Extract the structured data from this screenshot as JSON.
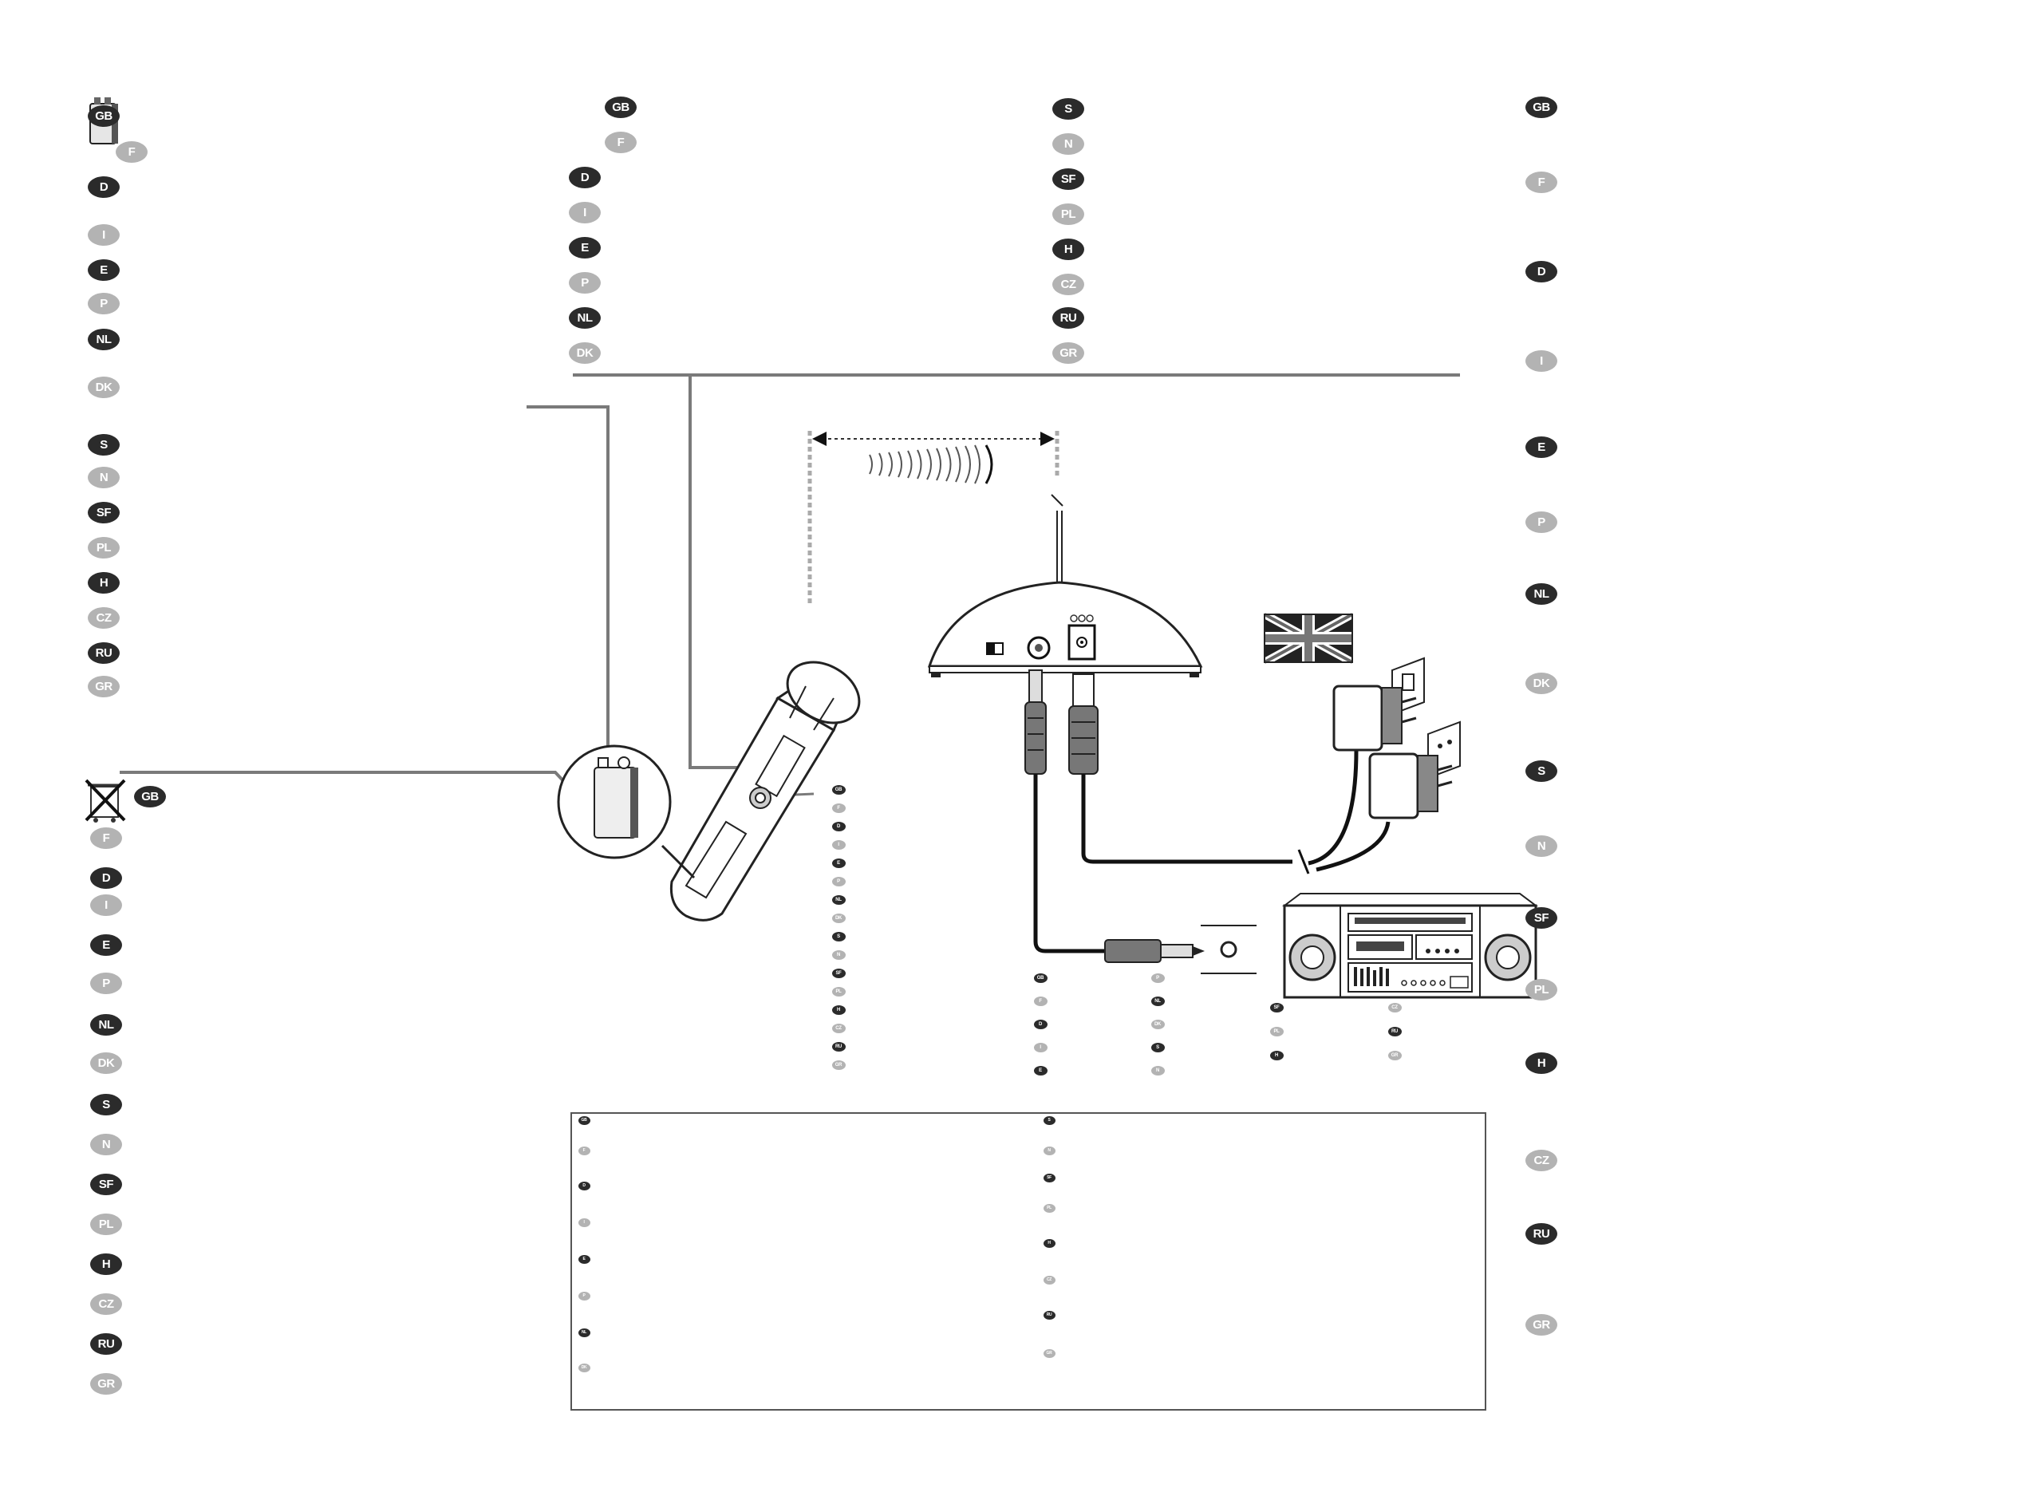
{
  "colors": {
    "dark_badge": "#2b2b2b",
    "light_badge": "#b3b3b3",
    "line": "#7a7a7a",
    "ink": "#1a1a1a"
  },
  "icons": [
    "battery-9v-icon",
    "crossed-bin-icon",
    "uk-flag-icon",
    "microphone-icon",
    "receiver-icon",
    "power-adapter-icon",
    "stereo-system-icon",
    "jack-plug-icon",
    "signal-waves-icon"
  ],
  "sections": {
    "battery_info": [
      "GB",
      "F",
      "D",
      "I",
      "E",
      "P",
      "NL",
      "DK",
      "S",
      "N",
      "SF",
      "PL",
      "H",
      "CZ",
      "RU",
      "GR"
    ],
    "top_middle_left": [
      "GB",
      "F",
      "D",
      "I",
      "E",
      "P",
      "NL",
      "DK"
    ],
    "top_middle_right": [
      "S",
      "N",
      "SF",
      "PL",
      "H",
      "CZ",
      "RU",
      "GR"
    ],
    "right_column": [
      "GB",
      "F",
      "D",
      "I",
      "E",
      "P",
      "NL",
      "DK",
      "S",
      "N",
      "SF",
      "PL",
      "H",
      "CZ",
      "RU",
      "GR"
    ],
    "disposal": [
      "GB",
      "F",
      "D",
      "I",
      "E",
      "P",
      "NL",
      "DK",
      "S",
      "N",
      "SF",
      "PL",
      "H",
      "CZ",
      "RU",
      "GR"
    ],
    "mic_switch": [
      "GB",
      "F",
      "D",
      "I",
      "E",
      "P",
      "NL",
      "DK",
      "S",
      "N",
      "SF",
      "PL",
      "H",
      "CZ",
      "RU",
      "GR"
    ],
    "connect_col_1": [
      "GB",
      "F",
      "D",
      "I",
      "E"
    ],
    "connect_col_2": [
      "P",
      "NL",
      "DK",
      "S",
      "N"
    ],
    "connect_col_3": [
      "SF",
      "PL",
      "H"
    ],
    "connect_col_4": [
      "CZ",
      "RU",
      "GR"
    ],
    "note_box_left": [
      "GB",
      "F",
      "D",
      "I",
      "E",
      "P",
      "NL",
      "DK"
    ],
    "note_box_right": [
      "S",
      "N",
      "SF",
      "PL",
      "H",
      "CZ",
      "RU",
      "GR"
    ]
  }
}
